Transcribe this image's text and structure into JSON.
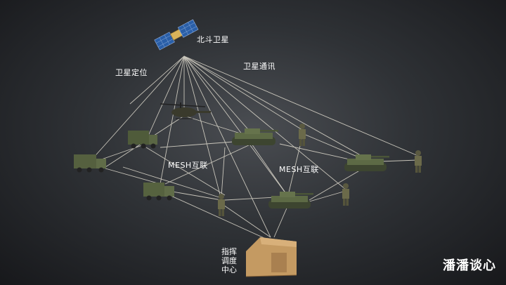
{
  "labels": {
    "satellite": "北斗卫星",
    "sat_positioning": "卫星定位",
    "sat_comm": "卫星通讯",
    "mesh_left": "MESH互联",
    "mesh_right": "MESH互联",
    "command_line1": "指挥",
    "command_line2": "调度",
    "command_line3": "中心",
    "watermark": "潘潘谈心"
  },
  "colors": {
    "link_line": "#d8d4c8",
    "truck": "#4f5b3a",
    "tank": "#5d6a45",
    "soldier": "#6b6a4a",
    "tent": "#c49a62",
    "satellite_panel": "#2a5fa8"
  },
  "icons": [
    "satellite-icon",
    "truck-icon",
    "tank-icon",
    "helicopter-icon",
    "soldier-icon",
    "tent-icon"
  ]
}
